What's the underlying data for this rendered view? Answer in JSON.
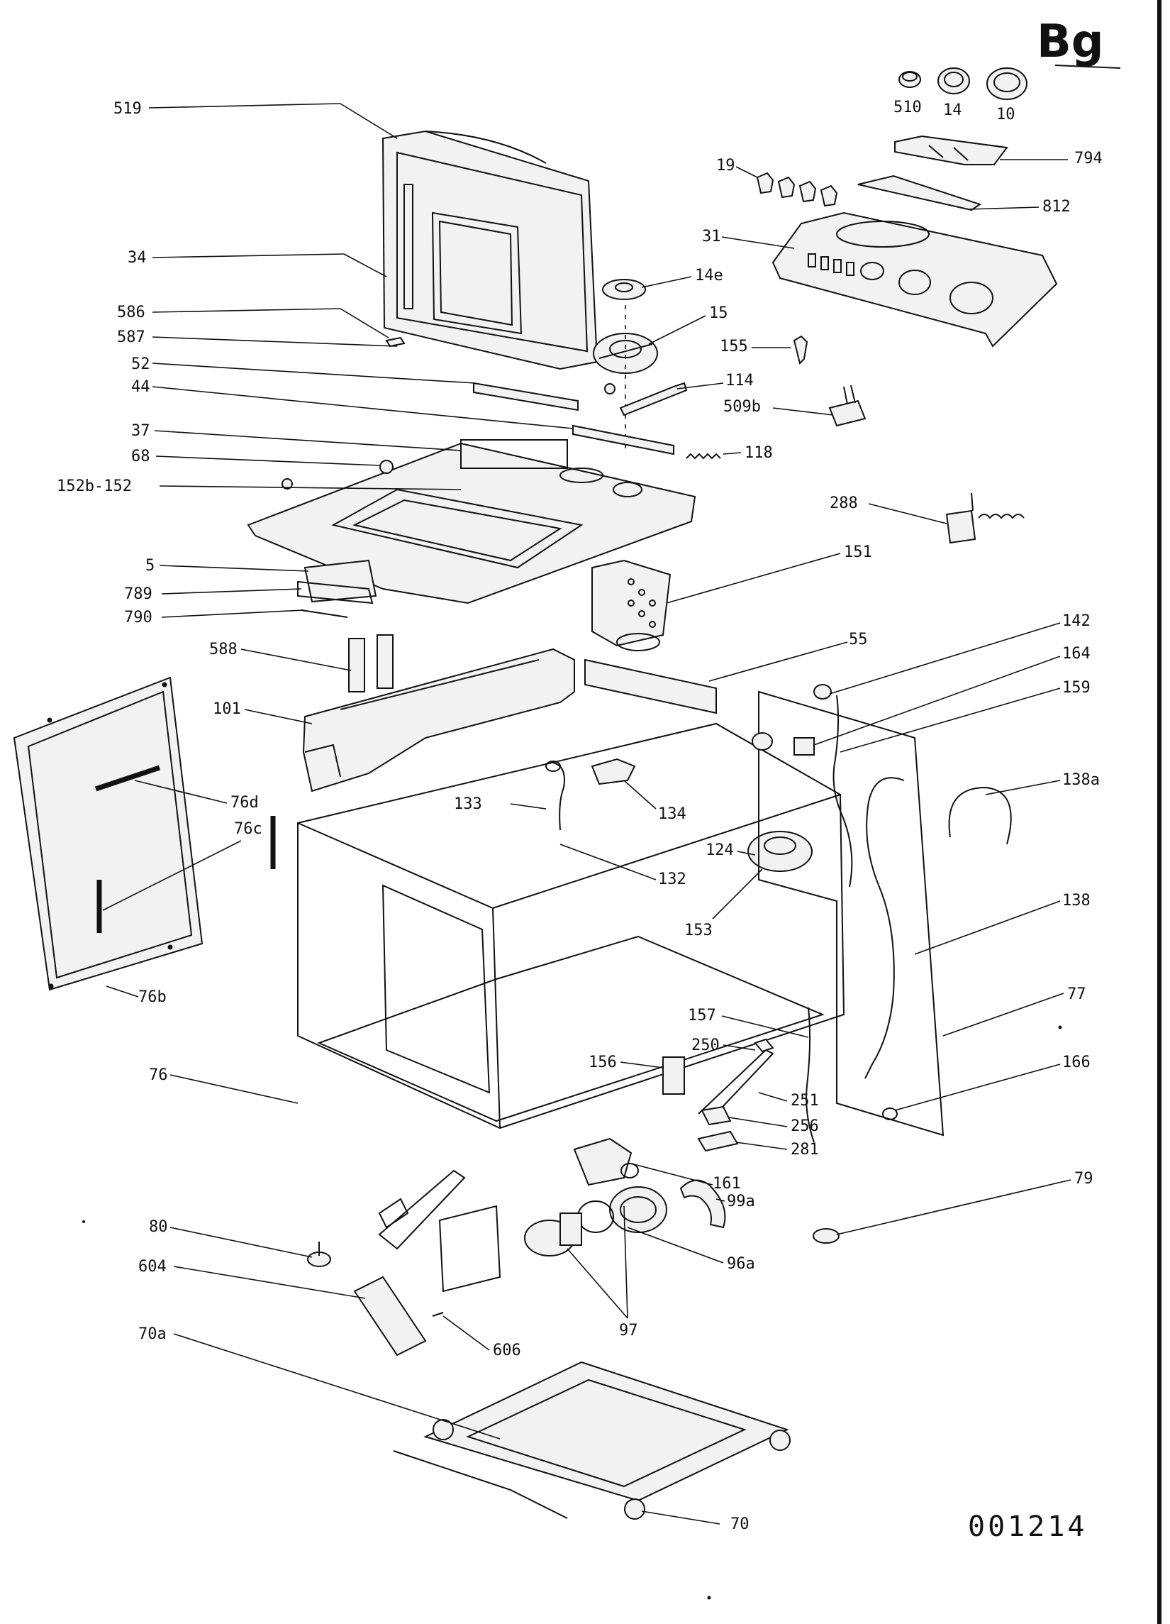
{
  "sheet_code": "Bg",
  "drawing_number": "001214",
  "callouts": {
    "c519": "519",
    "c510": "510",
    "c14": "14",
    "c10": "10",
    "c794": "794",
    "c19": "19",
    "c812": "812",
    "c31": "31",
    "c34": "34",
    "c14e": "14e",
    "c15": "15",
    "c586": "586",
    "c587": "587",
    "c155": "155",
    "c52": "52",
    "c114": "114",
    "c44": "44",
    "c509b": "509b",
    "c37": "37",
    "c118": "118",
    "c68": "68",
    "c152": "152b-152",
    "c288": "288",
    "c151": "151",
    "c5": "5",
    "c789": "789",
    "c790": "790",
    "c588": "588",
    "c55": "55",
    "c142": "142",
    "c164": "164",
    "c101": "101",
    "c159": "159",
    "c76d": "76d",
    "c76c": "76c",
    "c133": "133",
    "c134": "134",
    "c138a": "138a",
    "c124": "124",
    "c132": "132",
    "c153": "153",
    "c138": "138",
    "c76b": "76b",
    "c157": "157",
    "c77": "77",
    "c250": "250",
    "c166": "166",
    "c156": "156",
    "c76": "76",
    "c251": "251",
    "c256": "256",
    "c281": "281",
    "c161": "161",
    "c79": "79",
    "c99a": "99a",
    "c80": "80",
    "c96a": "96a",
    "c604": "604",
    "c97": "97",
    "c70a": "70a",
    "c606": "606",
    "c70": "70"
  }
}
